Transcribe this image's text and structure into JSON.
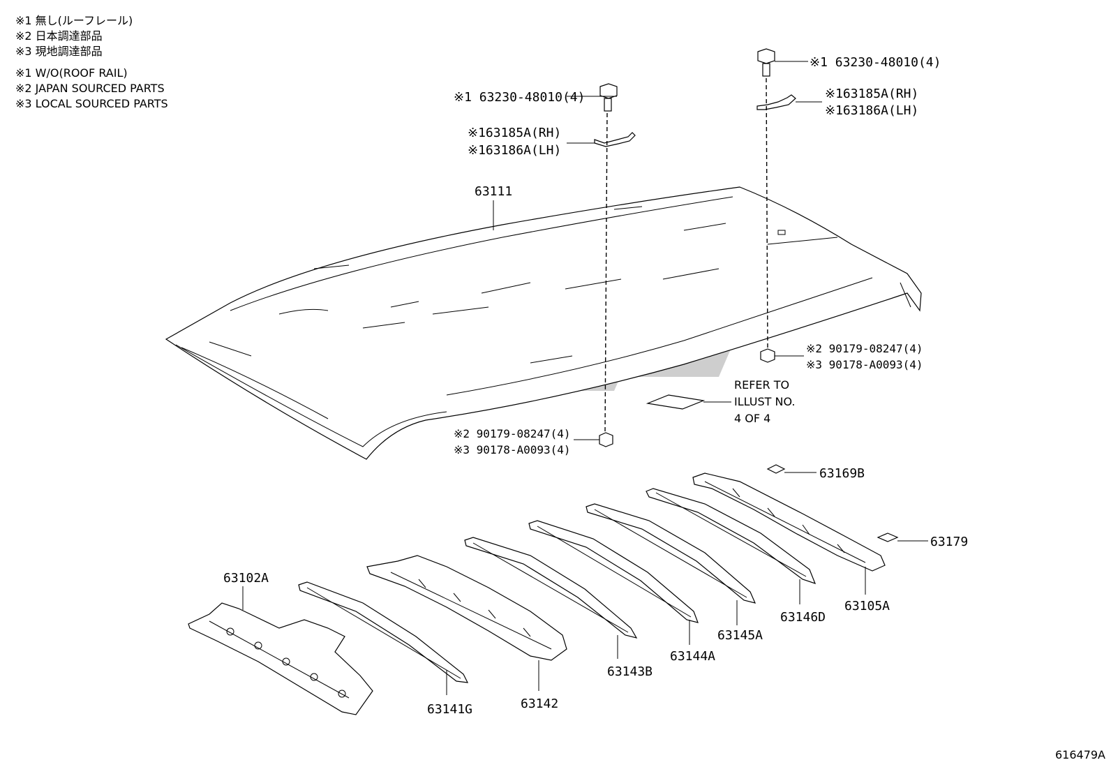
{
  "notes_jp": [
    "※1 無し(ルーフレール)",
    "※2 日本調達部品",
    "※3 現地調達部品"
  ],
  "notes_en": [
    "※1 W/O(ROOF RAIL)",
    "※2 JAPAN SOURCED PARTS",
    "※3 LOCAL SOURCED PARTS"
  ],
  "parts": {
    "bolt_left": "※1 63230-48010(4)",
    "bracket_left_rh": "※163185A(RH)",
    "bracket_left_lh": "※163186A(LH)",
    "bolt_right": "※1 63230-48010(4)",
    "bracket_right_rh": "※163185A(RH)",
    "bracket_right_lh": "※163186A(LH)",
    "roof_panel": "63111",
    "nut_right_jp": "※2 90179-08247(4)",
    "nut_right_local": "※3 90178-A0093(4)",
    "nut_left_jp": "※2 90179-08247(4)",
    "nut_left_local": "※3 90178-A0093(4)",
    "refer_line1": "REFER TO",
    "refer_line2": "ILLUST NO.",
    "refer_line3": "4 OF 4",
    "p63169b": "63169B",
    "p63179": "63179",
    "p63105a": "63105A",
    "p63146d": "63146D",
    "p63145a": "63145A",
    "p63144a": "63144A",
    "p63143b": "63143B",
    "p63142": "63142",
    "p63141g": "63141G",
    "p63102a": "63102A"
  },
  "illustration_id": "616479A"
}
